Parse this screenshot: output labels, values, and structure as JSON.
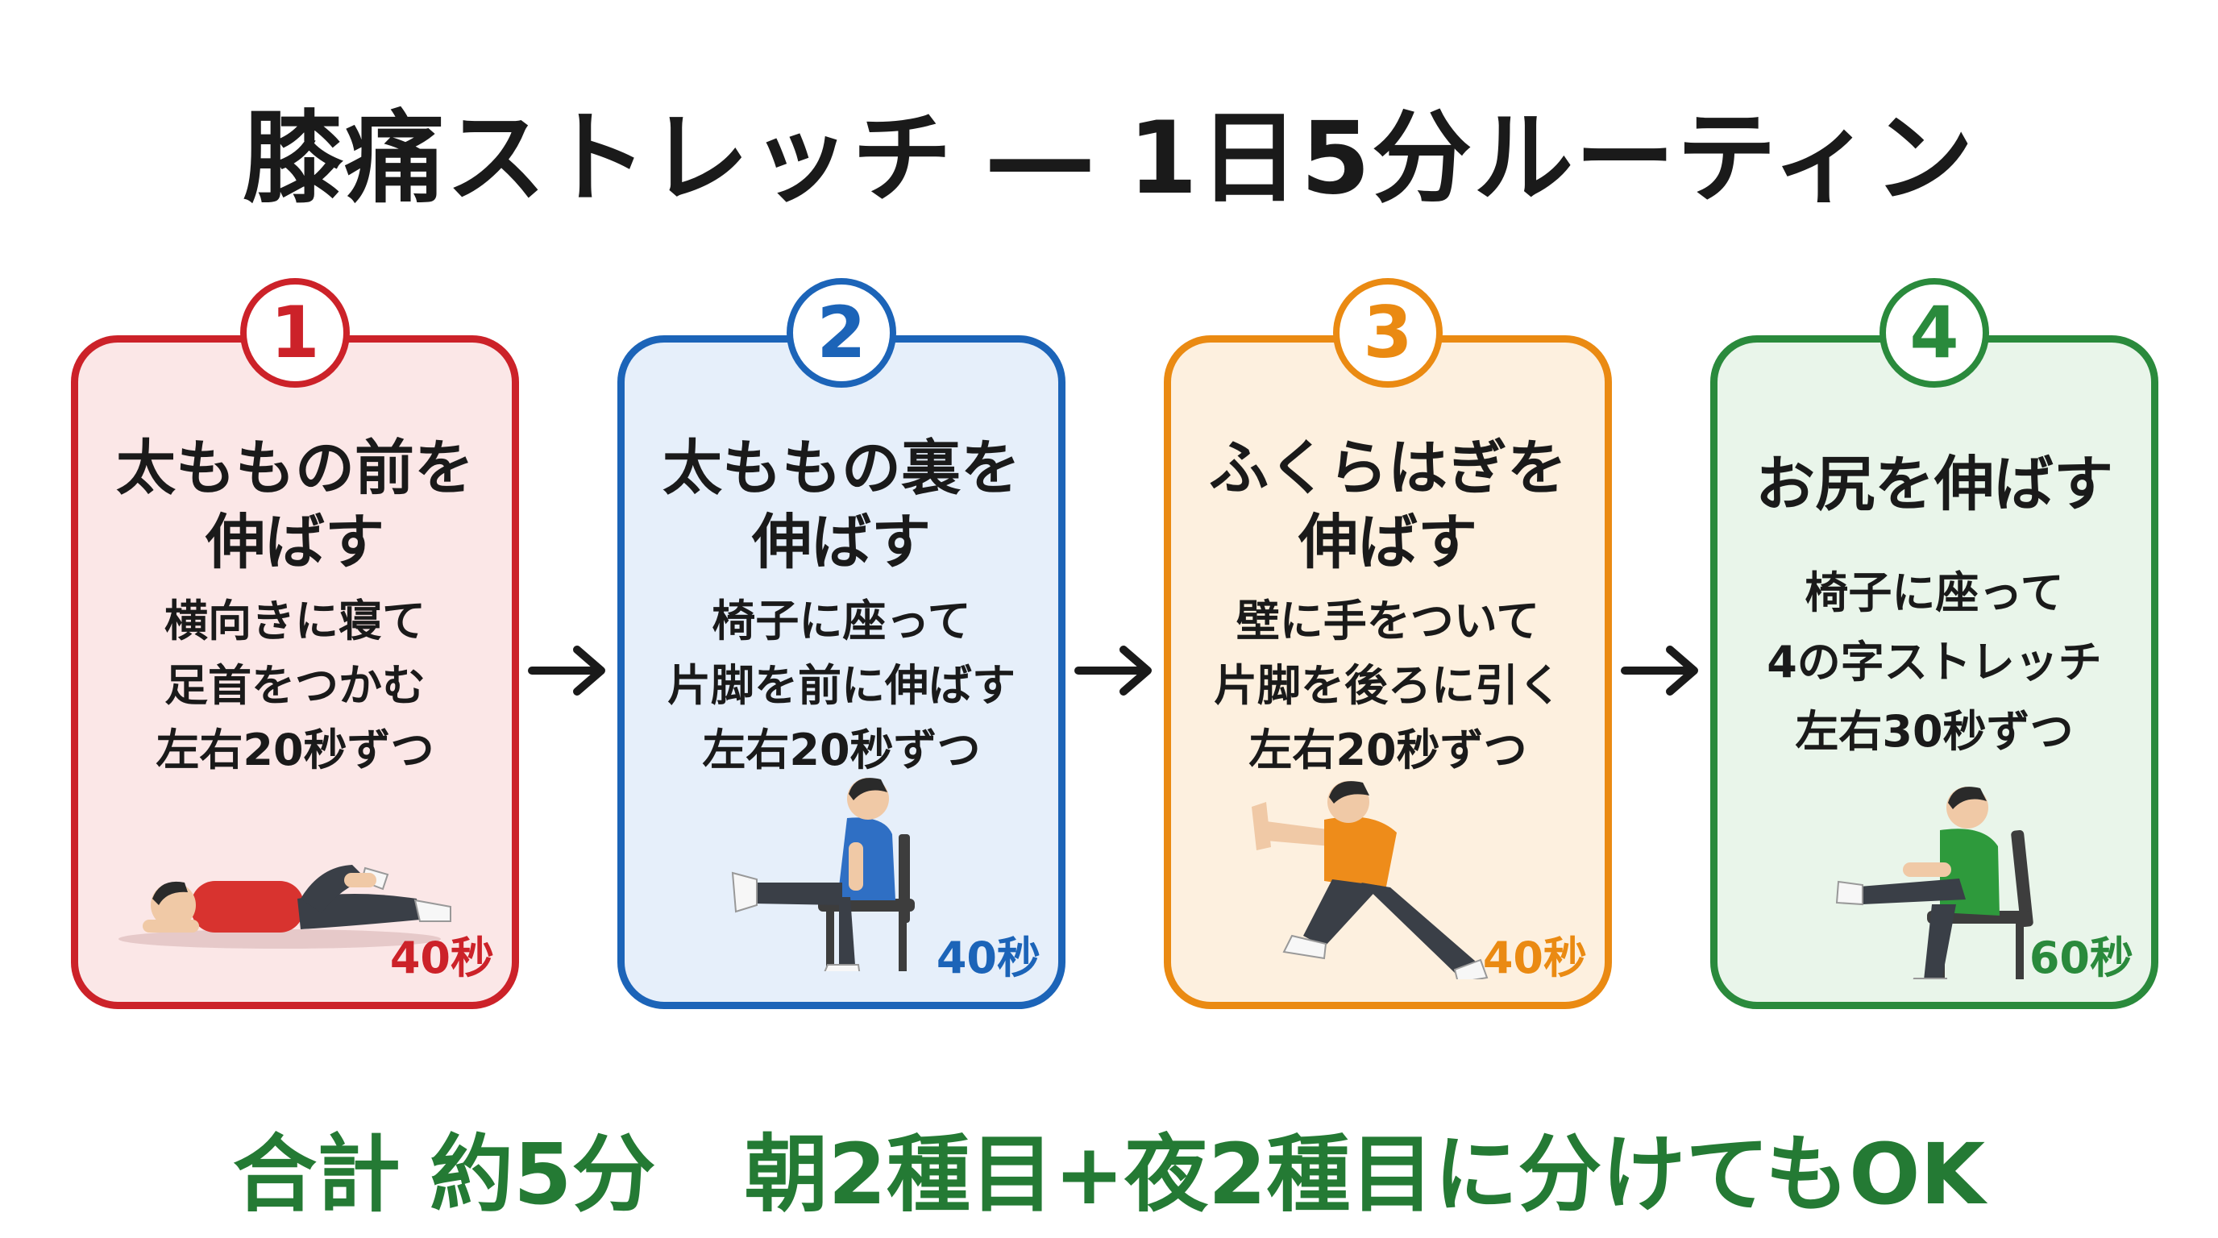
{
  "title": "膝痛ストレッチ ― 1日5分ルーティン",
  "steps": [
    {
      "number": "1",
      "heading": [
        "太ももの前を",
        "伸ばす"
      ],
      "desc": [
        "横向きに寝て",
        "足首をつかむ",
        "左右20秒ずつ"
      ],
      "duration": "40秒",
      "color": "#cc2229",
      "bg": "#fbe7e7",
      "illustration": "lying-side-quad-stretch"
    },
    {
      "number": "2",
      "heading": [
        "太ももの裏を",
        "伸ばす"
      ],
      "desc": [
        "椅子に座って",
        "片脚を前に伸ばす",
        "左右20秒ずつ"
      ],
      "duration": "40秒",
      "color": "#1c64b8",
      "bg": "#e6effa",
      "illustration": "seated-hamstring-stretch"
    },
    {
      "number": "3",
      "heading": [
        "ふくらはぎを",
        "伸ばす"
      ],
      "desc": [
        "壁に手をついて",
        "片脚を後ろに引く",
        "左右20秒ずつ"
      ],
      "duration": "40秒",
      "color": "#ea8a12",
      "bg": "#fdf0df",
      "illustration": "wall-calf-stretch"
    },
    {
      "number": "4",
      "heading": [
        "お尻を伸ばす"
      ],
      "desc": [
        "椅子に座って",
        "4の字ストレッチ",
        "左右30秒ずつ"
      ],
      "duration": "60秒",
      "color": "#2a8a3c",
      "bg": "#e9f5ea",
      "illustration": "seated-figure-four-stretch"
    }
  ],
  "footer": {
    "total": "合計 約5分",
    "tip": "朝2種目+夜2種目に分けてもOK"
  },
  "colors": {
    "footer_text": "#247a34",
    "arrow": "#1a1a1a"
  }
}
